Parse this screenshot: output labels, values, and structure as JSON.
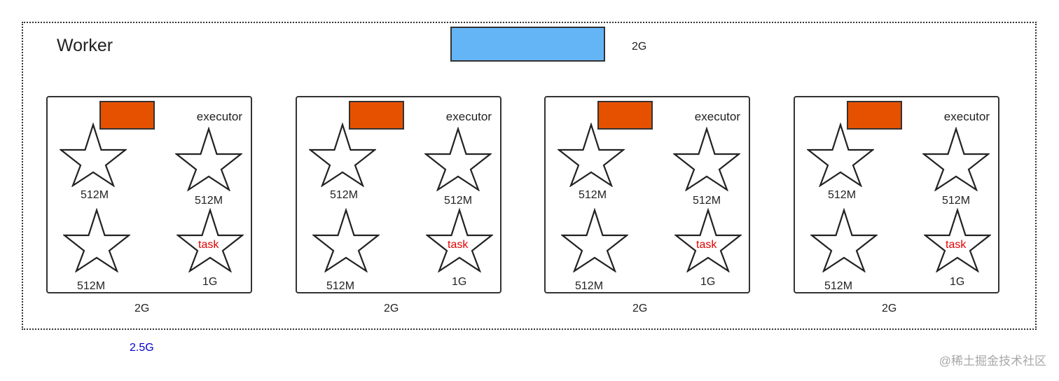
{
  "colors": {
    "master_bar": "#64b5f6",
    "exec_block": "#e65100",
    "task_text": "#e00000",
    "total_text": "#0000cc",
    "outline": "#333333"
  },
  "worker": {
    "title": "Worker",
    "master_mem": "2G",
    "total_mem": "2.5G"
  },
  "executors": [
    {
      "label": "executor",
      "mem": "2G",
      "stars": [
        {
          "mem": "512M",
          "task": ""
        },
        {
          "mem": "512M",
          "task": ""
        },
        {
          "mem": "512M",
          "task": ""
        },
        {
          "mem": "1G",
          "task": "task"
        }
      ]
    },
    {
      "label": "executor",
      "mem": "2G",
      "stars": [
        {
          "mem": "512M",
          "task": ""
        },
        {
          "mem": "512M",
          "task": ""
        },
        {
          "mem": "512M",
          "task": ""
        },
        {
          "mem": "1G",
          "task": "task"
        }
      ]
    },
    {
      "label": "executor",
      "mem": "2G",
      "stars": [
        {
          "mem": "512M",
          "task": ""
        },
        {
          "mem": "512M",
          "task": ""
        },
        {
          "mem": "512M",
          "task": ""
        },
        {
          "mem": "1G",
          "task": "task"
        }
      ]
    },
    {
      "label": "executor",
      "mem": "2G",
      "stars": [
        {
          "mem": "512M",
          "task": ""
        },
        {
          "mem": "512M",
          "task": ""
        },
        {
          "mem": "512M",
          "task": ""
        },
        {
          "mem": "1G",
          "task": "task"
        }
      ]
    }
  ],
  "watermark": "@稀土掘金技术社区"
}
